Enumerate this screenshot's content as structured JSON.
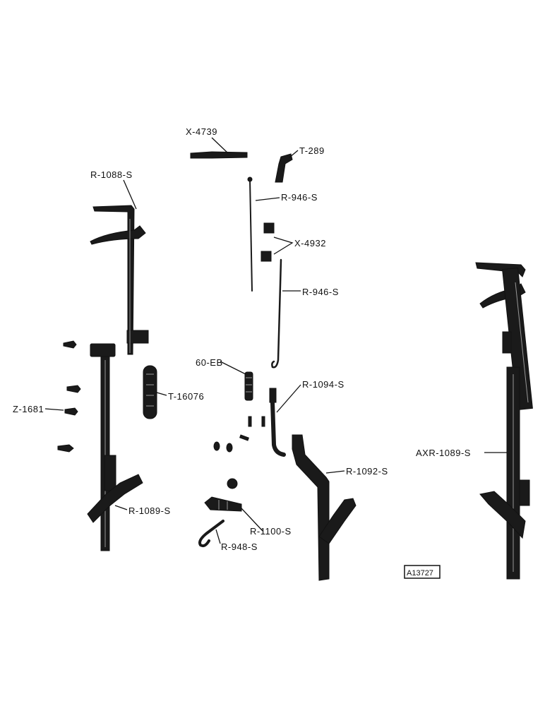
{
  "labels": {
    "x4739": "X-4739",
    "t289": "T-289",
    "r1088s": "R-1088-S",
    "r946s_top": "R-946-S",
    "x4932": "X-4932",
    "r946s_bottom": "R-946-S",
    "sixty_eb": "60-EB",
    "t16076": "T-16076",
    "r1094s": "R-1094-S",
    "z1681": "Z-1681",
    "axr1089s": "AXR-1089-S",
    "r1092s": "R-1092-S",
    "r1089s": "R-1089-S",
    "r1100s": "R-1100-S",
    "r948s": "R-948-S",
    "figure_number": "A13727"
  }
}
